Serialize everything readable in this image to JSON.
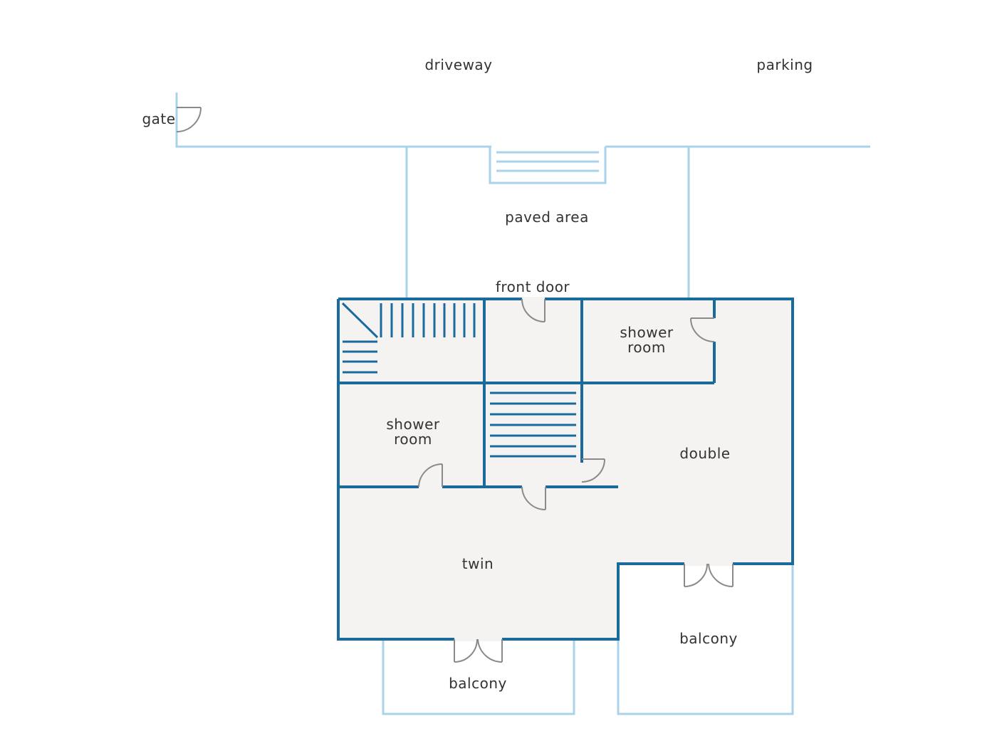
{
  "labels": {
    "driveway": "driveway",
    "parking": "parking",
    "gate": "gate",
    "paved_area": "paved area",
    "front_door": "front door",
    "shower_room_top_line1": "shower",
    "shower_room_top_line2": "room",
    "shower_room_left_line1": "shower",
    "shower_room_left_line2": "room",
    "double": "double",
    "twin": "twin",
    "balcony_left": "balcony",
    "balcony_right": "balcony"
  },
  "colors": {
    "wall": "#1a6b9c",
    "outdoor_line": "#a9d3ea",
    "room_fill": "#f4f3f2",
    "door_arc": "#8a8a8a",
    "text": "#333333"
  }
}
